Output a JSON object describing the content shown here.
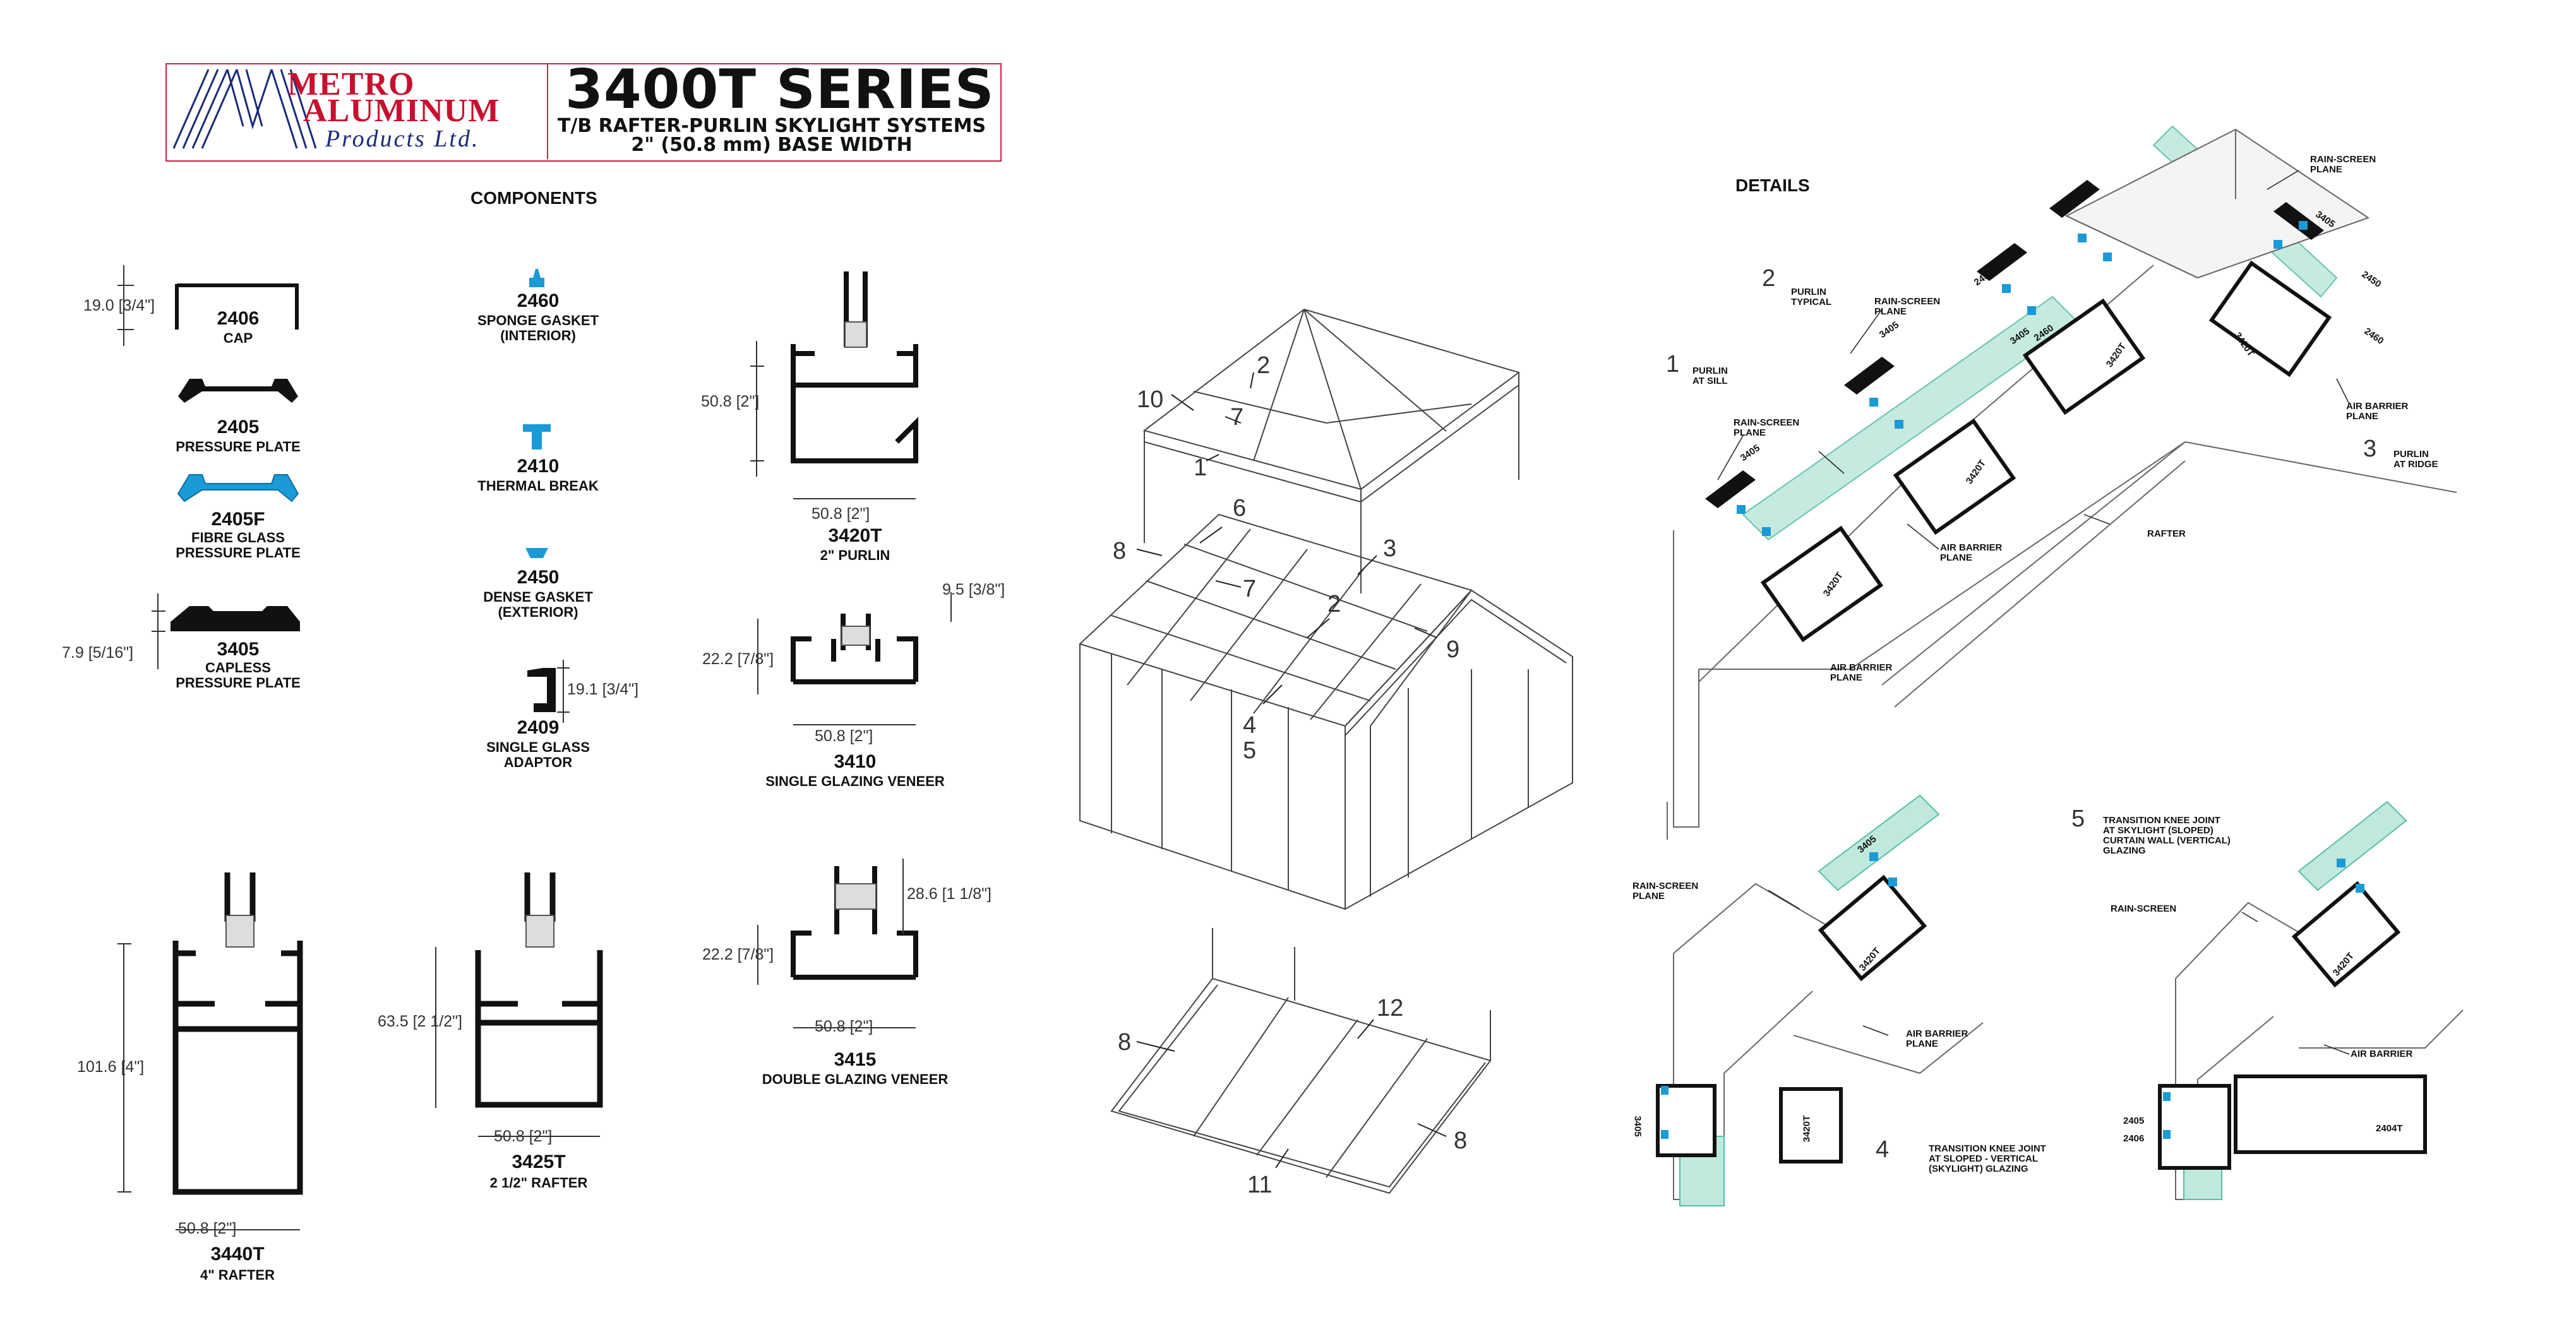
{
  "header": {
    "logo_line1": "METRO",
    "logo_line2": "ALUMINUM",
    "logo_line3": "Products Ltd.",
    "series_title": "3400T SERIES",
    "series_sub1": "T/B RAFTER-PURLIN SKYLIGHT SYSTEMS",
    "series_sub2": "2\" (50.8 mm) BASE WIDTH"
  },
  "sections": {
    "components": "COMPONENTS",
    "details": "DETAILS"
  },
  "components": [
    {
      "id": "2406",
      "name": "CAP",
      "dim": "19.0 [3/4\"]"
    },
    {
      "id": "2405",
      "name": "PRESSURE PLATE"
    },
    {
      "id": "2405F",
      "name": "FIBRE GLASS\nPRESSURE PLATE"
    },
    {
      "id": "3405",
      "name": "CAPLESS\nPRESSURE PLATE",
      "dim": "7.9 [5/16\"]"
    },
    {
      "id": "2460",
      "name": "SPONGE GASKET\n(INTERIOR)"
    },
    {
      "id": "2410",
      "name": "THERMAL BREAK"
    },
    {
      "id": "2450",
      "name": "DENSE GASKET\n(EXTERIOR)"
    },
    {
      "id": "2409",
      "name": "SINGLE GLASS\nADAPTOR",
      "dim": "19.1 [3/4\"]"
    },
    {
      "id": "3420T",
      "name": "2\" PURLIN",
      "dim_h": "50.8 [2\"]",
      "dim_w": "50.8 [2\"]"
    },
    {
      "id": "3410",
      "name": "SINGLE GLAZING VENEER",
      "dim_h": "22.2 [7/8\"]",
      "dim_w": "50.8 [2\"]",
      "dim_top": "9.5 [3/8\"]"
    },
    {
      "id": "3415",
      "name": "DOUBLE GLAZING VENEER",
      "dim_h": "22.2 [7/8\"]",
      "dim_w": "50.8 [2\"]",
      "dim_top": "28.6 [1 1/8\"]"
    },
    {
      "id": "3440T",
      "name": "4\" RAFTER",
      "dim_h": "101.6 [4\"]",
      "dim_w": "50.8 [2\"]"
    },
    {
      "id": "3425T",
      "name": "2 1/2\" RAFTER",
      "dim_h": "63.5 [2 1/2\"]",
      "dim_w": "50.8 [2\"]"
    }
  ],
  "callouts": [
    "1",
    "2",
    "3",
    "4",
    "5",
    "6",
    "7",
    "8",
    "9",
    "10",
    "11",
    "12"
  ],
  "details": {
    "d1": {
      "num": "1",
      "label": "PURLIN\nAT SILL"
    },
    "d2": {
      "num": "2",
      "label": "PURLIN\nTYPICAL"
    },
    "d3": {
      "num": "3",
      "label": "PURLIN\nAT RIDGE"
    },
    "d4": {
      "num": "4",
      "label": "TRANSITION KNEE JOINT\nAT SLOPED - VERTICAL\n(SKYLIGHT) GLAZING"
    },
    "d5": {
      "num": "5",
      "label": "TRANSITION KNEE JOINT\nAT SKYLIGHT (SLOPED)\nCURTAIN WALL (VERTICAL)\nGLAZING"
    },
    "labels": {
      "rain_screen_plane": "RAIN-SCREEN\nPLANE",
      "air_barrier_plane": "AIR BARRIER\nPLANE",
      "rafter": "RAFTER",
      "rain_screen": "RAIN-SCREEN",
      "air_barrier": "AIR BARRIER",
      "p3405": "3405",
      "p2450": "2450",
      "p2460": "2460",
      "p3420t": "3420T",
      "p2405": "2405",
      "p2406": "2406",
      "p2404t": "2404T"
    }
  },
  "colors": {
    "brand_red": "#c8102e",
    "brand_blue": "#1b2a7a",
    "gasket_blue": "#1a9ad6",
    "glass_green": "#7fd1c0"
  }
}
